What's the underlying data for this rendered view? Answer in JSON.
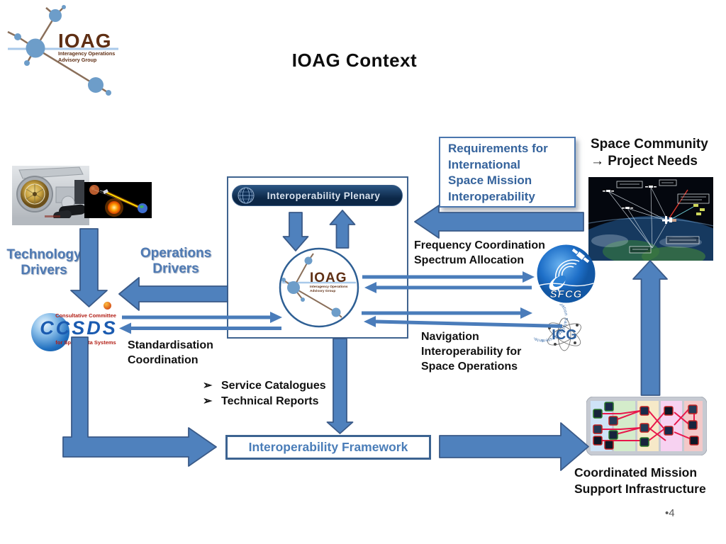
{
  "slide": {
    "title": "IOAG Context",
    "page_number": "•4"
  },
  "header_logo": {
    "acronym": "IOAG",
    "subtitle_line1": "Interagency Operations",
    "subtitle_line2": "Advisory Group"
  },
  "center_box": {
    "plenary_label": "Interoperability Plenary",
    "ioag_acronym": "IOAG",
    "ioag_subtitle_line1": "Interagency Operations",
    "ioag_subtitle_line2": "Advisory Group"
  },
  "labels": {
    "technology_line1": "Technology",
    "technology_line2": "Drivers",
    "operations_line1": "Operations",
    "operations_line2": "Drivers",
    "standardisation_line1": "Standardisation",
    "standardisation_line2": "Coordination",
    "frequency_line1": "Frequency Coordination",
    "frequency_line2": "Spectrum Allocation",
    "navigation_line1": "Navigation",
    "navigation_line2": "Interoperability for",
    "navigation_line3": "Space Operations",
    "space_community_line1": "Space Community",
    "space_community_line2": "→ Project Needs",
    "coordinated_line1": "Coordinated Mission",
    "coordinated_line2": "Support Infrastructure"
  },
  "requirements_box": {
    "line1": "Requirements for",
    "line2": "International",
    "line3": "Space Mission",
    "line4": "Interoperability"
  },
  "deliverables": {
    "marker": "➢",
    "item1": "Service Catalogues",
    "item2": "Technical Reports"
  },
  "framework": {
    "label": "Interoperability Framework"
  },
  "logos": {
    "ccsds": {
      "top_text": "Consultative Committee",
      "acronym": "CCSDS",
      "bottom_text": "for Space Data Systems"
    },
    "sfcg": {
      "acronym": "SFCG"
    },
    "icg": {
      "acronym": "ICG",
      "ring_text": "International Committee on Global Navigation Satellite Systems"
    }
  },
  "colors": {
    "arrow_blue": "#4f81bd",
    "driver_text_blue": "#4f7ab3",
    "requirements_text_blue": "#35639c",
    "navy_banner": "#0c2747",
    "ccsds_red": "#b32017",
    "ccsds_blue": "#1b5bb0",
    "ioag_brown": "#5f2f14"
  }
}
